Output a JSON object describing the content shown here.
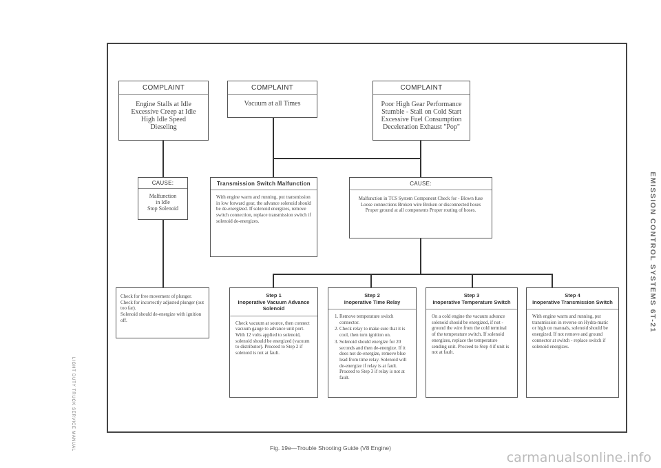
{
  "complaints": [
    {
      "header": "COMPLAINT",
      "lines": [
        "Engine Stalls at Idle",
        "Excessive Creep at Idle",
        "High Idle Speed",
        "Dieseling"
      ]
    },
    {
      "header": "COMPLAINT",
      "lines": [
        "Vacuum at all Times"
      ]
    },
    {
      "header": "COMPLAINT",
      "lines": [
        "Poor High Gear Performance",
        "Stumble - Stall on Cold Start",
        "Excessive Fuel Consumption",
        "Deceleration Exhaust \"Pop\""
      ]
    }
  ],
  "cause_left": {
    "header": "CAUSE:",
    "lines": [
      "Malfunction",
      "in Idle",
      "Stop Solenoid"
    ]
  },
  "transmission_switch": {
    "header": "Transmission Switch Malfunction",
    "body": "With engine warm and running, put transmission in low forward gear, the advance solenoid should be de-energized. If solenoid energizes, remove switch connection, replace transmission switch if solenoid de-energizes."
  },
  "cause_right": {
    "header": "CAUSE:",
    "body": "Malfunction in TCS System Component Check for - Blown fuse Loose connections Broken wire Broken or disconnected hoses Proper ground at all components Proper routing of hoses."
  },
  "check_box": {
    "lines": [
      "Check for free movement of plunger.",
      "Check for incorrectly adjusted plunger (out too far).",
      "Solenoid should de-energize with ignition off."
    ]
  },
  "steps": [
    {
      "step": "Step 1",
      "title": "Inoperative Vacuum Advance Solenoid",
      "body": "Check vacuum at source, then connect vacuum gauge to advance unit port. With 12 volts applied to solenoid, solenoid should be energized (vacuum to distributor). Proceed to Step 2 if solenoid is not at fault."
    },
    {
      "step": "Step 2",
      "title": "Inoperative Time Relay",
      "items": [
        "Remove temperature switch connector.",
        "Check relay to make sure that it is cool, then turn ignition on.",
        "Solenoid should energize for 20 seconds and then de-energize. If it does not de-energize, remove blue lead from time relay. Solenoid will de-energize if relay is at fault. Proceed to Step 3 if relay is not at fault."
      ]
    },
    {
      "step": "Step 3",
      "title": "Inoperative Temperature Switch",
      "body": "On a cold engine the vacuum advance solenoid should be energized, if not - ground the wire from the cold terminal of the temperature switch. If solenoid energizes, replace the temperature sending unit. Proceed to Step 4 if unit is not at fault."
    },
    {
      "step": "Step 4",
      "title": "Inoperative Transmission Switch",
      "body": "With engine warm and running, put transmission in reverse on Hydra-matic or high on manuals, solenoid should be energized. If not remove and ground connector at switch - replace switch if solenoid energizes."
    }
  ],
  "caption": "Fig. 19e—Trouble Shooting Guide (V8 Engine)",
  "side_title": "EMISSION CONTROL SYSTEMS  6T-21",
  "side_left": "LIGHT DUTY TRUCK SERVICE MANUAL",
  "watermark": "carmanualsonline.info"
}
